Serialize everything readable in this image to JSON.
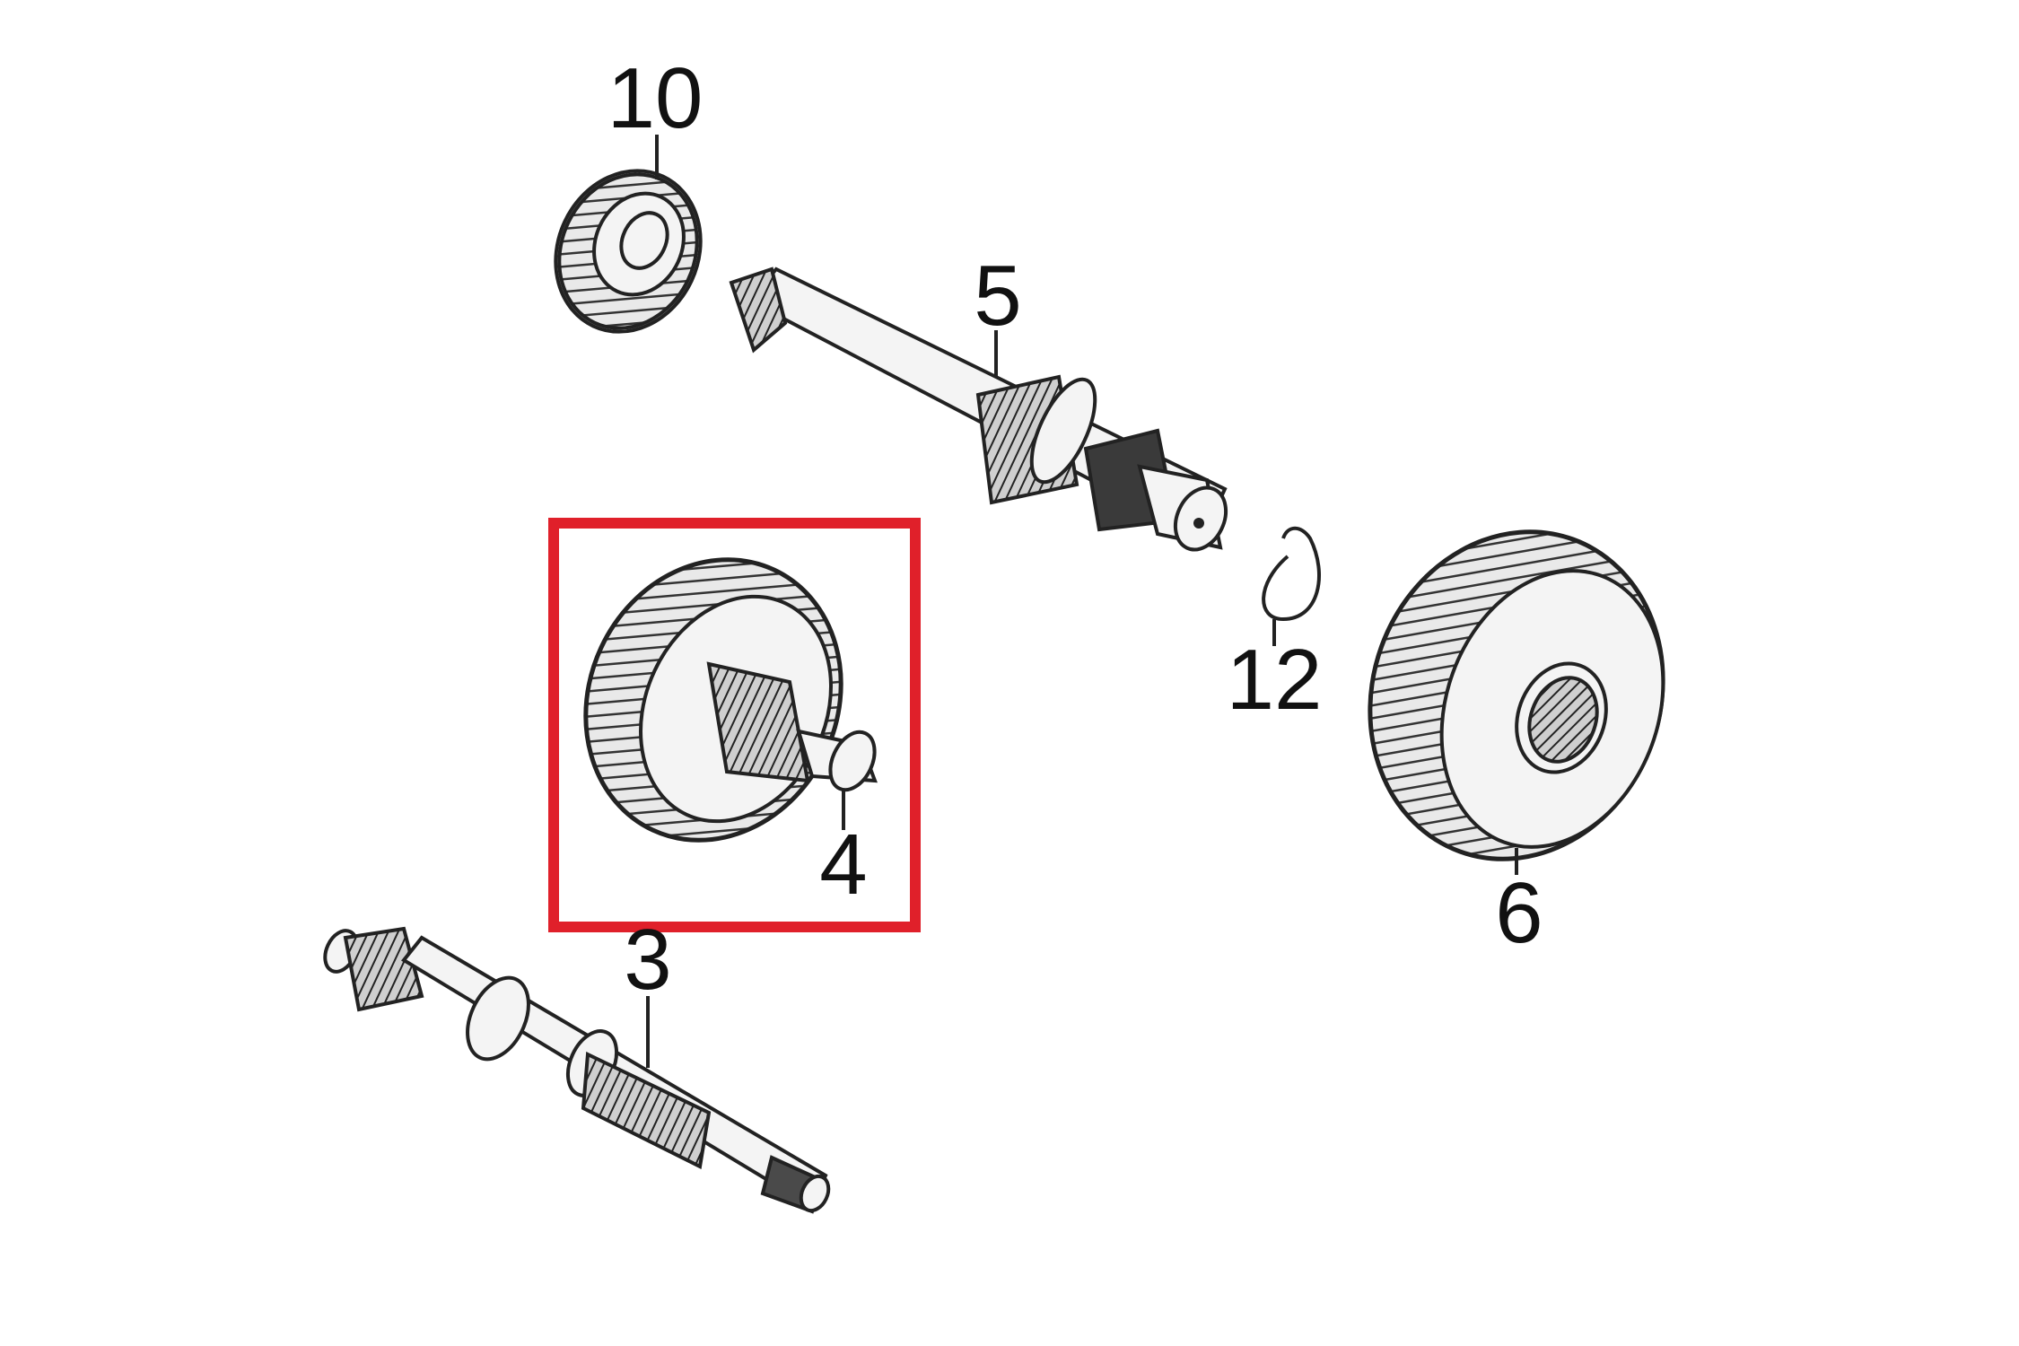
{
  "diagram": {
    "highlight_color": "#e0202a",
    "callouts": {
      "bearing": "10",
      "drive_shaft": "5",
      "circlip": "12",
      "intermediate_gear": "4",
      "driven_gear": "6",
      "input_shaft": "3"
    }
  }
}
